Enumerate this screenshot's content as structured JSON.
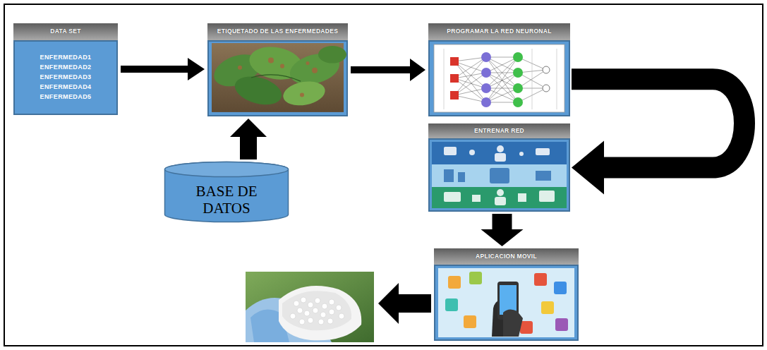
{
  "diagram": {
    "nodes": [
      {
        "text": [
          "DATA SET",
          "ENFERMEDAD1",
          "ENFERMEDAD2",
          "ENFERMEDAD3",
          "ENFERMEDAD4",
          "ENFERMEDAD5"
        ]
      },
      {
        "text": [
          "ETIQUETADO DE LAS ENFERMEDADES"
        ]
      },
      {
        "text": [
          "BASE DE DATOS"
        ]
      },
      {
        "text": [
          "PROGRAMAR LA RED NEURONAL"
        ]
      },
      {
        "text": [
          "ENTRENAR RED"
        ]
      },
      {
        "text": [
          "APLICACION MOVIL"
        ]
      }
    ],
    "edges": [
      {
        "from": 0,
        "to": 1,
        "arrow": "to"
      },
      {
        "from": 2,
        "to": 1,
        "arrow": "to"
      },
      {
        "from": 1,
        "to": 3,
        "arrow": "to"
      },
      {
        "from": 3,
        "to": 4,
        "arrow": "to"
      },
      {
        "from": 4,
        "to": 5,
        "arrow": "to"
      }
    ]
  }
}
